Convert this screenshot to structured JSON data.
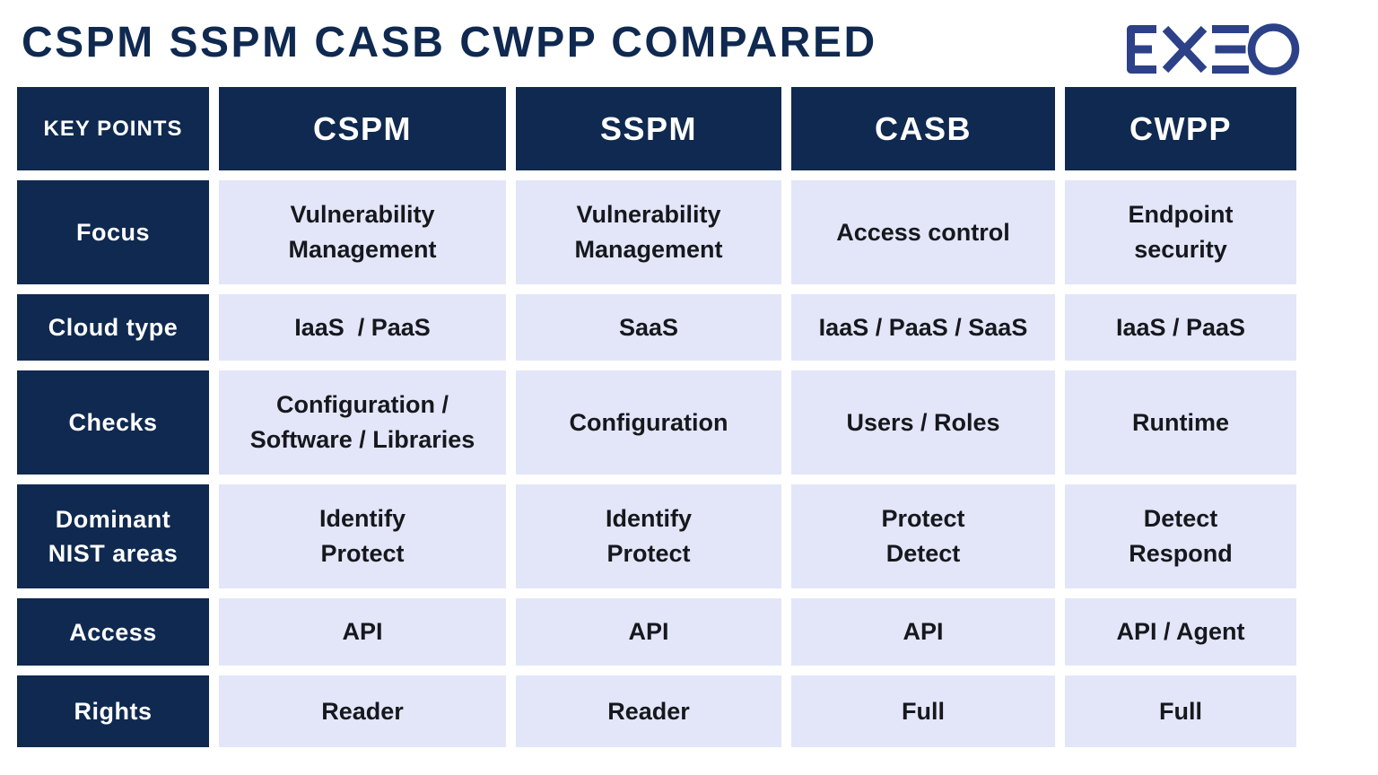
{
  "title": "CSPM SSPM CASB CWPP COMPARED",
  "logo": {
    "name": "EXEO",
    "text": "EXΞO"
  },
  "colors": {
    "navy": "#0f2950",
    "lavender": "#e3e6f8",
    "logo_blue": "#2c4187",
    "cell_text": "#16181d",
    "background": "#ffffff"
  },
  "table": {
    "header": [
      "KEY POINTS",
      "CSPM",
      "SSPM",
      "CASB",
      "CWPP"
    ],
    "rows": [
      {
        "label": "Focus",
        "cells": [
          "Vulnerability\nManagement",
          "Vulnerability\nManagement",
          "Access control",
          "Endpoint\nsecurity"
        ]
      },
      {
        "label": "Cloud type",
        "cells": [
          "IaaS  / PaaS",
          "SaaS",
          "IaaS / PaaS / SaaS",
          "IaaS / PaaS"
        ]
      },
      {
        "label": "Checks",
        "cells": [
          "Configuration /\nSoftware / Libraries",
          "Configuration",
          "Users / Roles",
          "Runtime"
        ]
      },
      {
        "label": "Dominant\nNIST areas",
        "cells": [
          "Identify\nProtect",
          "Identify\nProtect",
          "Protect\nDetect",
          "Detect\nRespond"
        ]
      },
      {
        "label": "Access",
        "cells": [
          "API",
          "API",
          "API",
          "API / Agent"
        ]
      },
      {
        "label": "Rights",
        "cells": [
          "Reader",
          "Reader",
          "Full",
          "Full"
        ]
      }
    ]
  }
}
